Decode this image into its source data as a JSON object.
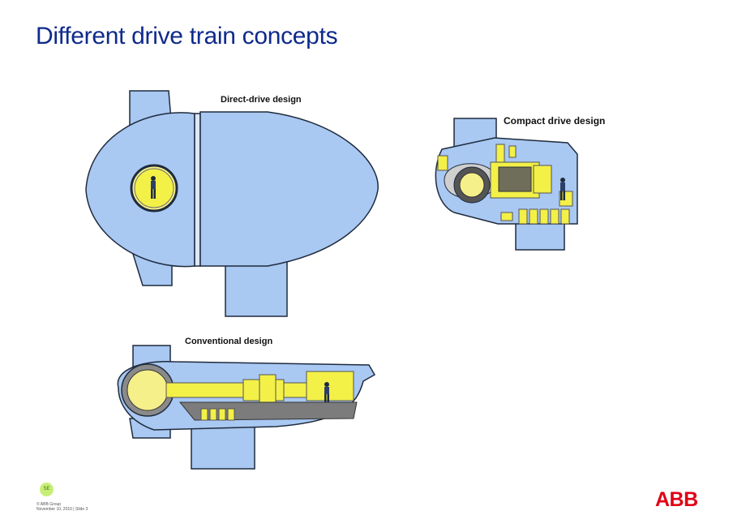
{
  "slide": {
    "title": "Different drive train concepts"
  },
  "figures": {
    "direct_drive": {
      "caption": "Direct-drive design"
    },
    "compact_drive": {
      "caption": "Compact drive design"
    },
    "conventional": {
      "caption": "Conventional design"
    }
  },
  "footer": {
    "badge": "SE",
    "line1": "© ABB Group",
    "line2": "November 10, 2010 | Slide 3",
    "logo": "ABB"
  },
  "colors": {
    "title": "#0e2a8c",
    "nacelle_fill": "#a9c8f2",
    "outline": "#1f2b3d",
    "component_yellow": "#f3f048",
    "brand_red": "#e00016"
  }
}
